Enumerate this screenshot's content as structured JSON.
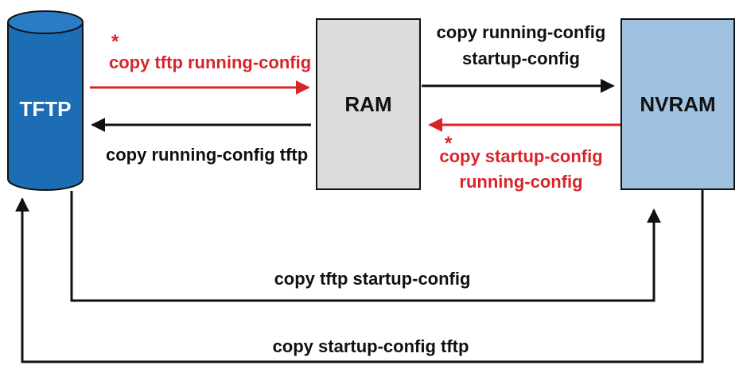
{
  "colors": {
    "cylinder_fill": "#1d6db5",
    "cylinder_stroke": "#000000",
    "ram_fill": "#dcdcdc",
    "nvram_fill": "#9ec2e0",
    "black": "#111111",
    "red": "#d9252a",
    "white": "#ffffff"
  },
  "nodes": {
    "tftp": {
      "label": "TFTP"
    },
    "ram": {
      "label": "RAM"
    },
    "nvram": {
      "label": "NVRAM"
    }
  },
  "edges": {
    "tftp_to_ram": {
      "marker": "*",
      "label": "copy tftp running-config"
    },
    "ram_to_tftp": {
      "label": "copy running-config tftp"
    },
    "ram_to_nvram": {
      "line1": "copy running-config",
      "line2": "startup-config"
    },
    "nvram_to_ram": {
      "marker": "*",
      "line1": "copy startup-config",
      "line2": "running-config"
    },
    "tftp_to_nvram": {
      "label": "copy tftp startup-config"
    },
    "nvram_to_tftp": {
      "label": "copy startup-config tftp"
    }
  }
}
